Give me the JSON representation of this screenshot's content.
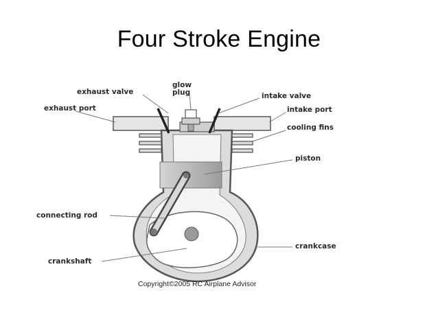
{
  "slide": {
    "title": "Four Stroke Engine"
  },
  "diagram": {
    "labels": {
      "exhaust_valve": "exhaust valve",
      "glow_plug_line1": "glow",
      "glow_plug_line2": "plug",
      "intake_valve": "intake valve",
      "exhaust_port": "exhaust port",
      "intake_port": "intake port",
      "cooling_fins": "cooling fins",
      "piston": "piston",
      "connecting_rod": "connecting rod",
      "crankcase": "crankcase",
      "crankshaft": "crankshaft"
    },
    "copyright": "Copyright©2005 RC Airplane Advisor"
  },
  "colors": {
    "engine_fill": "#dcdcdc",
    "outline": "#555555",
    "piston": "#b8b8b8",
    "leader_line": "#777777"
  }
}
